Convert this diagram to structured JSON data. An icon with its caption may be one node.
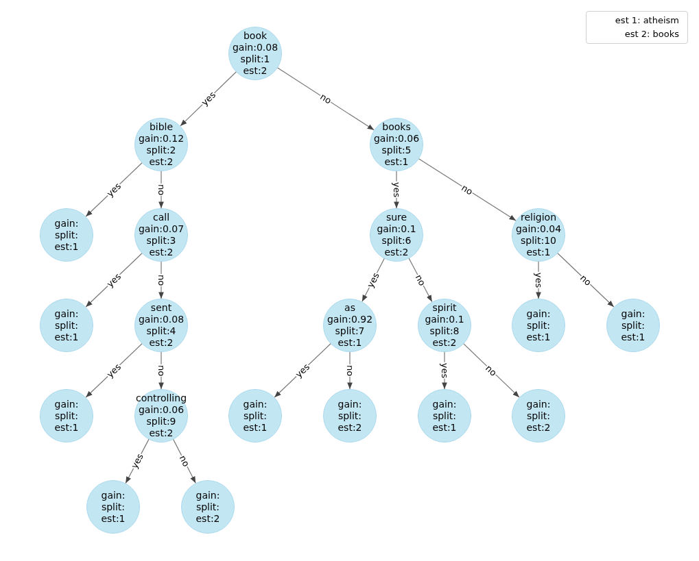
{
  "diagram": {
    "nodes": [
      {
        "text": [
          "book",
          "gain:0.08",
          "split:1",
          "est:2"
        ]
      },
      {
        "text": [
          "bible",
          "gain:0.12",
          "split:2",
          "est:2"
        ]
      },
      {
        "text": [
          "books",
          "gain:0.06",
          "split:5",
          "est:1"
        ]
      },
      {
        "text": [
          "gain:",
          "split:",
          "est:1"
        ]
      },
      {
        "text": [
          "call",
          "gain:0.07",
          "split:3",
          "est:2"
        ]
      },
      {
        "text": [
          "sure",
          "gain:0.1",
          "split:6",
          "est:2"
        ]
      },
      {
        "text": [
          "religion",
          "gain:0.04",
          "split:10",
          "est:1"
        ]
      },
      {
        "text": [
          "gain:",
          "split:",
          "est:1"
        ]
      },
      {
        "text": [
          "sent",
          "gain:0.08",
          "split:4",
          "est:2"
        ]
      },
      {
        "text": [
          "as",
          "gain:0.92",
          "split:7",
          "est:1"
        ]
      },
      {
        "text": [
          "spirit",
          "gain:0.1",
          "split:8",
          "est:2"
        ]
      },
      {
        "text": [
          "gain:",
          "split:",
          "est:1"
        ]
      },
      {
        "text": [
          "gain:",
          "split:",
          "est:1"
        ]
      },
      {
        "text": [
          "gain:",
          "split:",
          "est:1"
        ]
      },
      {
        "text": [
          "controlling",
          "gain:0.06",
          "split:9",
          "est:2"
        ]
      },
      {
        "text": [
          "gain:",
          "split:",
          "est:1"
        ]
      },
      {
        "text": [
          "gain:",
          "split:",
          "est:2"
        ]
      },
      {
        "text": [
          "gain:",
          "split:",
          "est:1"
        ]
      },
      {
        "text": [
          "gain:",
          "split:",
          "est:2"
        ]
      },
      {
        "text": [
          "gain:",
          "split:",
          "est:1"
        ]
      },
      {
        "text": [
          "gain:",
          "split:",
          "est:2"
        ]
      }
    ],
    "edges": [
      {
        "from": 0,
        "to": 1,
        "arrow": "to",
        "label": "yes"
      },
      {
        "from": 0,
        "to": 2,
        "arrow": "to",
        "label": "no"
      },
      {
        "from": 1,
        "to": 3,
        "arrow": "to",
        "label": "yes"
      },
      {
        "from": 1,
        "to": 4,
        "arrow": "to",
        "label": "no"
      },
      {
        "from": 2,
        "to": 5,
        "arrow": "to",
        "label": "yes"
      },
      {
        "from": 2,
        "to": 6,
        "arrow": "to",
        "label": "no"
      },
      {
        "from": 4,
        "to": 7,
        "arrow": "to",
        "label": "yes"
      },
      {
        "from": 4,
        "to": 8,
        "arrow": "to",
        "label": "no"
      },
      {
        "from": 5,
        "to": 9,
        "arrow": "to",
        "label": "yes"
      },
      {
        "from": 5,
        "to": 10,
        "arrow": "to",
        "label": "no"
      },
      {
        "from": 6,
        "to": 11,
        "arrow": "to",
        "label": "yes"
      },
      {
        "from": 6,
        "to": 12,
        "arrow": "to",
        "label": "no"
      },
      {
        "from": 8,
        "to": 13,
        "arrow": "to",
        "label": "yes"
      },
      {
        "from": 8,
        "to": 14,
        "arrow": "to",
        "label": "no"
      },
      {
        "from": 9,
        "to": 15,
        "arrow": "to",
        "label": "yes"
      },
      {
        "from": 9,
        "to": 16,
        "arrow": "to",
        "label": "no"
      },
      {
        "from": 10,
        "to": 17,
        "arrow": "to",
        "label": "yes"
      },
      {
        "from": 10,
        "to": 18,
        "arrow": "to",
        "label": "no"
      },
      {
        "from": 14,
        "to": 19,
        "arrow": "to",
        "label": "yes"
      },
      {
        "from": 14,
        "to": 20,
        "arrow": "to",
        "label": "no"
      }
    ],
    "legend": [
      {
        "text": "est 1: atheism"
      },
      {
        "text": "est 2: books"
      }
    ]
  }
}
